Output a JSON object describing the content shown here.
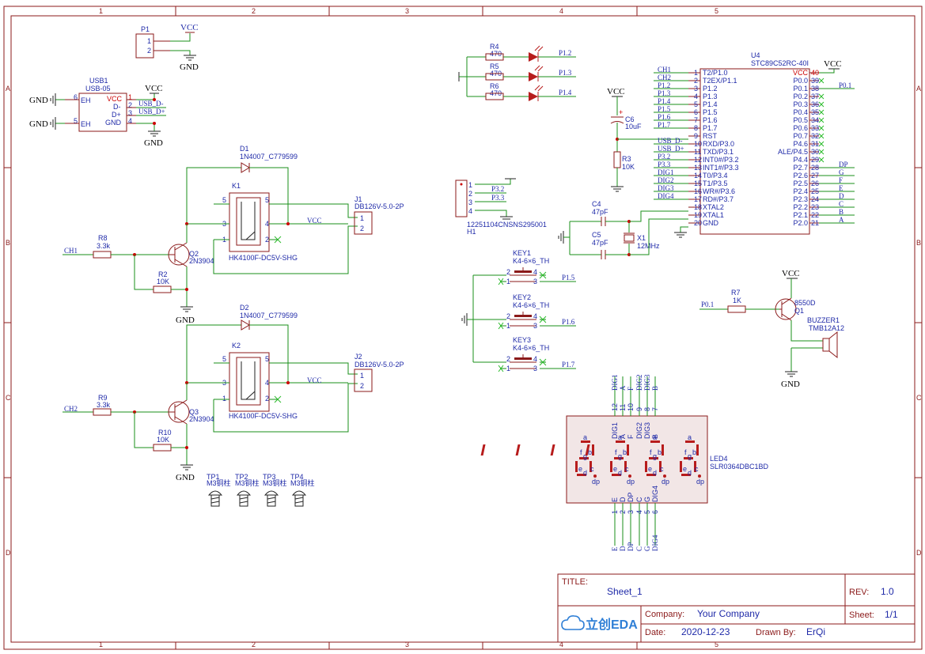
{
  "zones": {
    "cols": [
      "1",
      "2",
      "3",
      "4",
      "5"
    ],
    "rows": [
      "A",
      "B",
      "C",
      "D"
    ]
  },
  "power": {
    "vcc": "VCC",
    "gnd": "GND"
  },
  "p1": {
    "ref": "P1",
    "pins": [
      "1",
      "2"
    ]
  },
  "usb": {
    "ref": "USB1",
    "part": "USB-05",
    "pins_left": [
      "EH",
      "EH"
    ],
    "pin_nums_left": [
      "6",
      "5"
    ],
    "pins_right": [
      "VCC",
      "D-",
      "D+",
      "GND"
    ],
    "pin_nums_right": [
      "1",
      "2",
      "3",
      "4"
    ],
    "nets": [
      "USB_D-",
      "USB_D+"
    ]
  },
  "relay1": {
    "diode": "D1",
    "diode_part": "1N4007_C779599",
    "relay": "K1",
    "relay_part": "HK4100F-DC5V-SHG",
    "pins": [
      "5",
      "5",
      "3",
      "4",
      "1",
      "2"
    ],
    "connector": "J1",
    "connector_part": "DB126V-5.0-2P",
    "conn_pins": [
      "1",
      "2"
    ],
    "transistor": "Q2",
    "transistor_part": "2N3904",
    "r_base": "R8",
    "r_base_val": "3.3k",
    "r_pd": "R2",
    "r_pd_val": "10K",
    "net": "CH1"
  },
  "relay2": {
    "diode": "D2",
    "diode_part": "1N4007_C779599",
    "relay": "K2",
    "relay_part": "HK4100F-DC5V-SHG",
    "pins": [
      "5",
      "5",
      "3",
      "4",
      "1",
      "2"
    ],
    "connector": "J2",
    "connector_part": "DB126V-5.0-2P",
    "conn_pins": [
      "1",
      "2"
    ],
    "transistor": "Q3",
    "transistor_part": "2N3904",
    "r_base": "R9",
    "r_base_val": "3.3k",
    "r_pd": "R10",
    "r_pd_val": "10K",
    "net": "CH2"
  },
  "testpoints": [
    {
      "ref": "TP1",
      "val": "M3铜柱"
    },
    {
      "ref": "TP2",
      "val": "M3铜柱"
    },
    {
      "ref": "TP3",
      "val": "M3铜柱"
    },
    {
      "ref": "TP4",
      "val": "M3铜柱"
    }
  ],
  "leds": [
    {
      "ref": "R4",
      "val": "470",
      "net": "P1.2"
    },
    {
      "ref": "R5",
      "val": "470",
      "net": "P1.3"
    },
    {
      "ref": "R6",
      "val": "470",
      "net": "P1.4"
    }
  ],
  "header": {
    "ref": "H1",
    "part": "12251104CNSNS295001",
    "pins": [
      "1",
      "2",
      "3",
      "4"
    ],
    "nets": [
      "P3.2",
      "P3.3"
    ]
  },
  "reset": {
    "c": "C6",
    "c_val": "10uF",
    "r": "R3",
    "r_val": "10K"
  },
  "crystal": {
    "c4": "C4",
    "c4_val": "47pF",
    "c5": "C5",
    "c5_val": "47pF",
    "x": "X1",
    "x_val": "12MHz"
  },
  "keys": [
    {
      "ref": "KEY1",
      "part": "K4-6×6_TH",
      "net": "P1.5"
    },
    {
      "ref": "KEY2",
      "part": "K4-6×6_TH",
      "net": "P1.6"
    },
    {
      "ref": "KEY3",
      "part": "K4-6×6_TH",
      "net": "P1.7"
    }
  ],
  "key_pins": [
    "2",
    "1",
    "4",
    "3"
  ],
  "mcu": {
    "ref": "U4",
    "part": "STC89C52RC-40I",
    "left": [
      {
        "n": "1",
        "name": "T2/P1.0",
        "net": "CH1"
      },
      {
        "n": "2",
        "name": "T2EX/P1.1",
        "net": "CH2"
      },
      {
        "n": "3",
        "name": "P1.2",
        "net": "P1.2"
      },
      {
        "n": "4",
        "name": "P1.3",
        "net": "P1.3"
      },
      {
        "n": "5",
        "name": "P1.4",
        "net": "P1.4"
      },
      {
        "n": "6",
        "name": "P1.5",
        "net": "P1.5"
      },
      {
        "n": "7",
        "name": "P1.6",
        "net": "P1.6"
      },
      {
        "n": "8",
        "name": "P1.7",
        "net": "P1.7"
      },
      {
        "n": "9",
        "name": "RST",
        "net": ""
      },
      {
        "n": "10",
        "name": "RXD/P3.0",
        "net": "USB_D-"
      },
      {
        "n": "11",
        "name": "TXD/P3.1",
        "net": "USB_D+"
      },
      {
        "n": "12",
        "name": "INT0#/P3.2",
        "net": "P3.2"
      },
      {
        "n": "13",
        "name": "INT1#/P3.3",
        "net": "P3.3"
      },
      {
        "n": "14",
        "name": "T0/P3.4",
        "net": "DIG1"
      },
      {
        "n": "15",
        "name": "T1/P3.5",
        "net": "DIG2"
      },
      {
        "n": "16",
        "name": "WR#/P3.6",
        "net": "DIG3"
      },
      {
        "n": "17",
        "name": "RD#/P3.7",
        "net": "DIG4"
      },
      {
        "n": "18",
        "name": "XTAL2",
        "net": ""
      },
      {
        "n": "19",
        "name": "XTAL1",
        "net": ""
      },
      {
        "n": "20",
        "name": "GND",
        "net": ""
      }
    ],
    "right": [
      {
        "n": "40",
        "name": "VCC",
        "net": ""
      },
      {
        "n": "39",
        "name": "P0.0",
        "net": ""
      },
      {
        "n": "38",
        "name": "P0.1",
        "net": "P0.1"
      },
      {
        "n": "37",
        "name": "P0.2",
        "net": ""
      },
      {
        "n": "36",
        "name": "P0.3",
        "net": ""
      },
      {
        "n": "35",
        "name": "P0.4",
        "net": ""
      },
      {
        "n": "34",
        "name": "P0.5",
        "net": ""
      },
      {
        "n": "33",
        "name": "P0.6",
        "net": ""
      },
      {
        "n": "32",
        "name": "P0.7",
        "net": ""
      },
      {
        "n": "31",
        "name": "P4.6",
        "net": ""
      },
      {
        "n": "30",
        "name": "ALE/P4.5",
        "net": ""
      },
      {
        "n": "29",
        "name": "P4.4",
        "net": ""
      },
      {
        "n": "28",
        "name": "P2.7",
        "net": "DP"
      },
      {
        "n": "27",
        "name": "P2.6",
        "net": "G"
      },
      {
        "n": "26",
        "name": "P2.5",
        "net": "F"
      },
      {
        "n": "25",
        "name": "P2.4",
        "net": "E"
      },
      {
        "n": "24",
        "name": "P2.3",
        "net": "D"
      },
      {
        "n": "23",
        "name": "P2.2",
        "net": "C"
      },
      {
        "n": "22",
        "name": "P2.1",
        "net": "B"
      },
      {
        "n": "21",
        "name": "P2.0",
        "net": "A"
      }
    ]
  },
  "buzzer": {
    "r": "R7",
    "r_val": "1K",
    "q": "Q1",
    "q_part": "8550D",
    "ref": "BUZZER1",
    "part": "TMB12A12",
    "net": "P0.1"
  },
  "display": {
    "ref": "LED4",
    "part": "SLR0364DBC1BD",
    "top_nets": [
      "DIG1",
      "A",
      "F",
      "DIG2",
      "DIG3",
      "B"
    ],
    "top_pins": [
      "12",
      "11",
      "10",
      "9",
      "8",
      "7"
    ],
    "top_inner": [
      "DIG1",
      "A",
      "F",
      "DIG2",
      "DIG3",
      "B"
    ],
    "bot_nets": [
      "E",
      "D",
      "DP",
      "C",
      "G",
      "DIG4"
    ],
    "bot_pins": [
      "1",
      "2",
      "3",
      "4",
      "5",
      "6"
    ],
    "bot_inner": [
      "E",
      "D",
      "DP",
      "C",
      "G",
      "DIG4"
    ],
    "seg_labels": [
      "a",
      "f",
      "g",
      "b",
      "e",
      "d",
      "c",
      "dp"
    ]
  },
  "title_block": {
    "title_label": "TITLE:",
    "title": "Sheet_1",
    "rev_label": "REV:",
    "rev": "1.0",
    "company_label": "Company:",
    "company": "Your Company",
    "sheet_label": "Sheet:",
    "sheet": "1/1",
    "date_label": "Date:",
    "date": "2020-12-23",
    "drawn_label": "Drawn By:",
    "drawn": "ErQi",
    "logo": "立创EDA"
  }
}
